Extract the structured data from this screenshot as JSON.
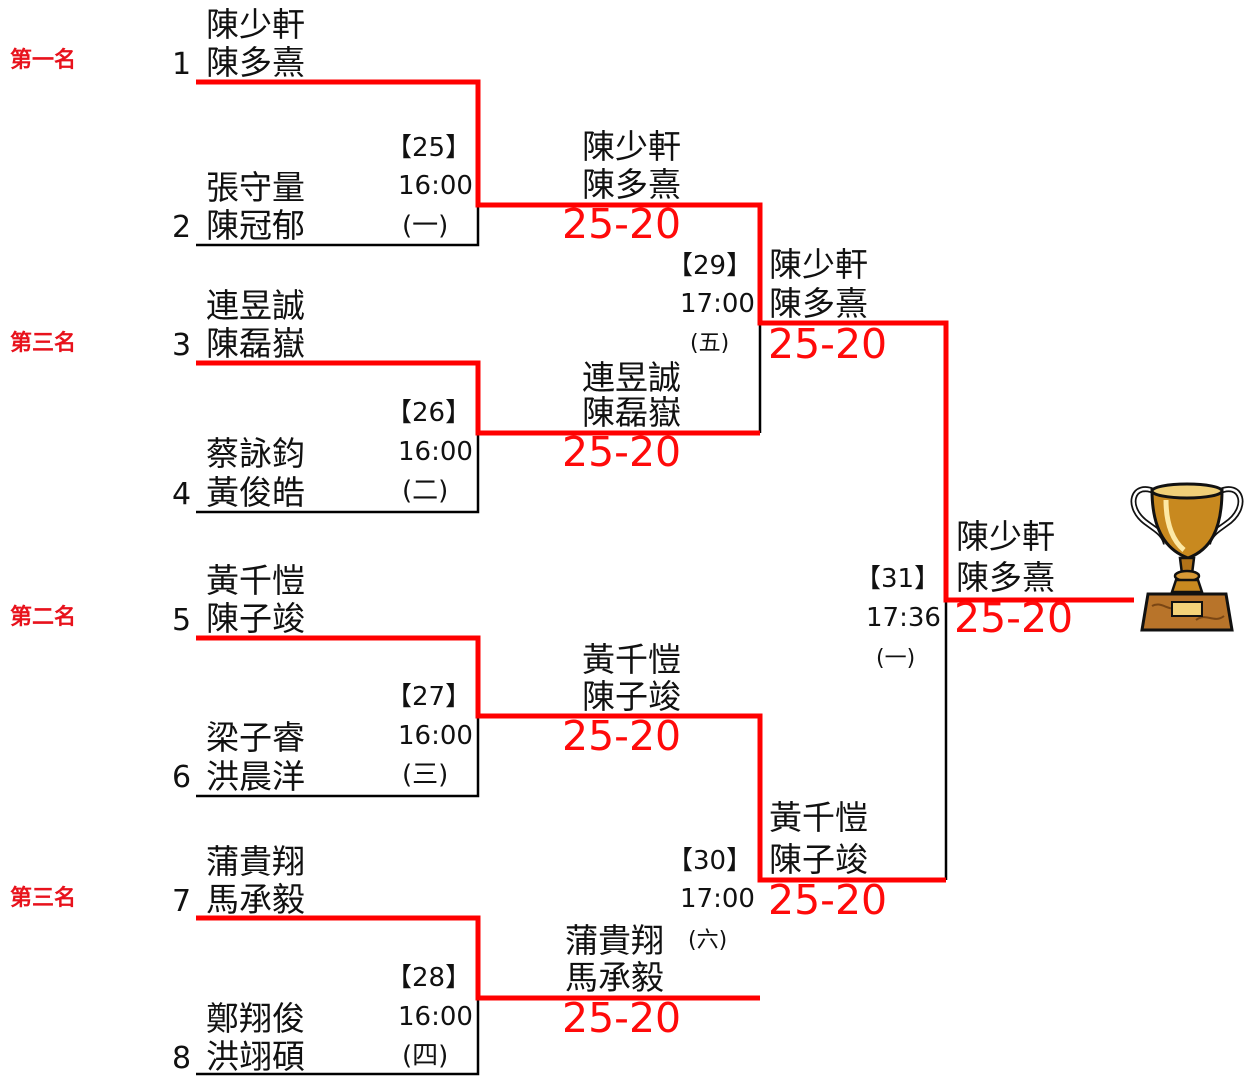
{
  "rankings": {
    "first": "第一名",
    "second": "第二名",
    "third_a": "第三名",
    "third_b": "第三名"
  },
  "entries": [
    {
      "seed": "1",
      "p1": "陳少軒",
      "p2": "陳多熹"
    },
    {
      "seed": "2",
      "p1": "張守量",
      "p2": "陳冠郁"
    },
    {
      "seed": "3",
      "p1": "連昱誠",
      "p2": "陳磊嶽"
    },
    {
      "seed": "4",
      "p1": "蔡詠鈞",
      "p2": "黃俊皓"
    },
    {
      "seed": "5",
      "p1": "黃千愷",
      "p2": "陳子竣"
    },
    {
      "seed": "6",
      "p1": "梁子睿",
      "p2": "洪晨洋"
    },
    {
      "seed": "7",
      "p1": "蒲貴翔",
      "p2": "馬承毅"
    },
    {
      "seed": "8",
      "p1": "鄭翔俊",
      "p2": "洪翊碩"
    }
  ],
  "matches": {
    "m25": {
      "num": "【25】",
      "time": "16:00",
      "court": "(一)",
      "w1": "陳少軒",
      "w2": "陳多熹",
      "score": "25-20"
    },
    "m26": {
      "num": "【26】",
      "time": "16:00",
      "court": "(二)",
      "w1": "連昱誠",
      "w2": "陳磊嶽",
      "score": "25-20"
    },
    "m27": {
      "num": "【27】",
      "time": "16:00",
      "court": "(三)",
      "w1": "黃千愷",
      "w2": "陳子竣",
      "score": "25-20"
    },
    "m28": {
      "num": "【28】",
      "time": "16:00",
      "court": "(四)",
      "w1": "蒲貴翔",
      "w2": "馬承毅",
      "score": "25-20"
    },
    "m29": {
      "num": "【29】",
      "time": "17:00",
      "court": "(五)",
      "w1": "陳少軒",
      "w2": "陳多熹",
      "score": "25-20"
    },
    "m30": {
      "num": "【30】",
      "time": "17:00",
      "court": "(六)",
      "w1": "黃千愷",
      "w2": "陳子竣",
      "score": "25-20"
    },
    "m31": {
      "num": "【31】",
      "time": "17:36",
      "court": "(一)",
      "w1": "陳少軒",
      "w2": "陳多熹",
      "score": "25-20"
    }
  },
  "colors": {
    "winner_line": "#ff0000",
    "loser_line": "#000000",
    "score": "#ff0a0a",
    "rank": "#e8121c",
    "trophy": "#c8891f"
  },
  "icons": {
    "trophy": "trophy-icon"
  }
}
